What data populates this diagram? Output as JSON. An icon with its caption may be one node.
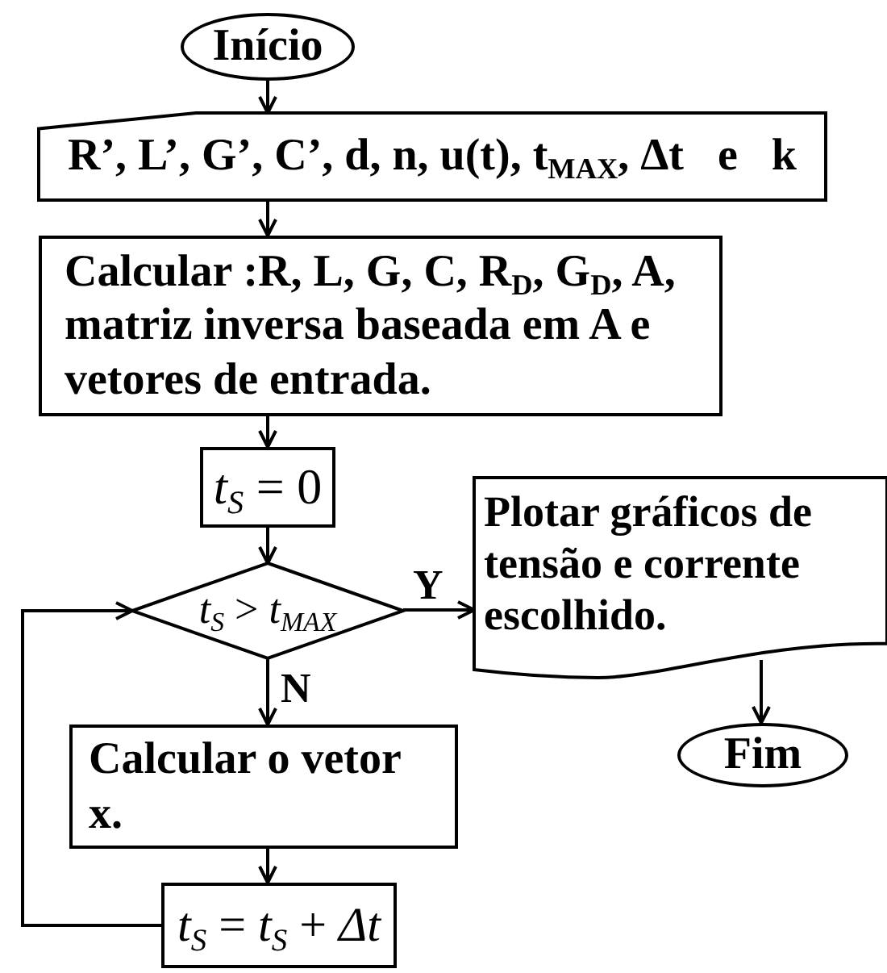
{
  "diagram": {
    "nodes": [
      {
        "text": [
          "Início"
        ]
      },
      {
        "text": [
          "R’, L’, G’, C’, d, n, u(t), t$_{MAX}$, Δt   e   k"
        ]
      },
      {
        "text": [
          "Calcular :R, L, G, C, R$_{D}$, G$_{D}$, A, matriz inversa baseada em A e vetores de entrada."
        ]
      },
      {
        "text": [
          "*t*$_{S}$ = 0"
        ]
      },
      {
        "text": [
          "*t*$_{S}$ > *t*$_{MAX}$"
        ]
      },
      {
        "text": [
          "Plotar gráficos de tensão e corrente escolhido."
        ]
      },
      {
        "text": [
          "Calcular o vetor x."
        ]
      },
      {
        "text": [
          "*t*$_{S}$ = *t*$_{S}$ + *Δt*"
        ]
      },
      {
        "text": [
          "Fim"
        ]
      }
    ],
    "edges": [
      {
        "from": 0,
        "to": 1,
        "arrow": "to"
      },
      {
        "from": 1,
        "to": 2,
        "arrow": "to"
      },
      {
        "from": 2,
        "to": 3,
        "arrow": "to"
      },
      {
        "from": 3,
        "to": 4,
        "arrow": "to"
      },
      {
        "from": 4,
        "to": 5,
        "arrow": "to",
        "label": "Y"
      },
      {
        "from": 4,
        "to": 6,
        "arrow": "to",
        "label": "N"
      },
      {
        "from": 6,
        "to": 7,
        "arrow": "to"
      },
      {
        "from": 7,
        "to": 4,
        "arrow": "to"
      },
      {
        "from": 5,
        "to": 8,
        "arrow": "to"
      }
    ]
  }
}
